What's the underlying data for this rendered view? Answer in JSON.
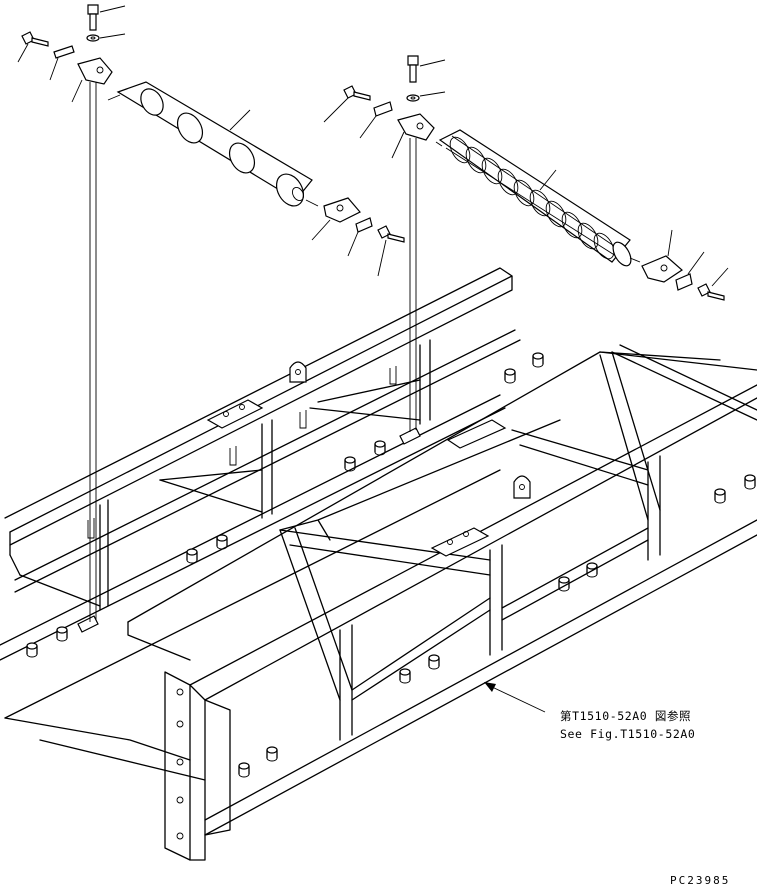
{
  "reference_note": {
    "line1": "第T1510-52A0 図参照",
    "line2": "See Fig.T1510-52A0"
  },
  "drawing_code": "PC23985"
}
